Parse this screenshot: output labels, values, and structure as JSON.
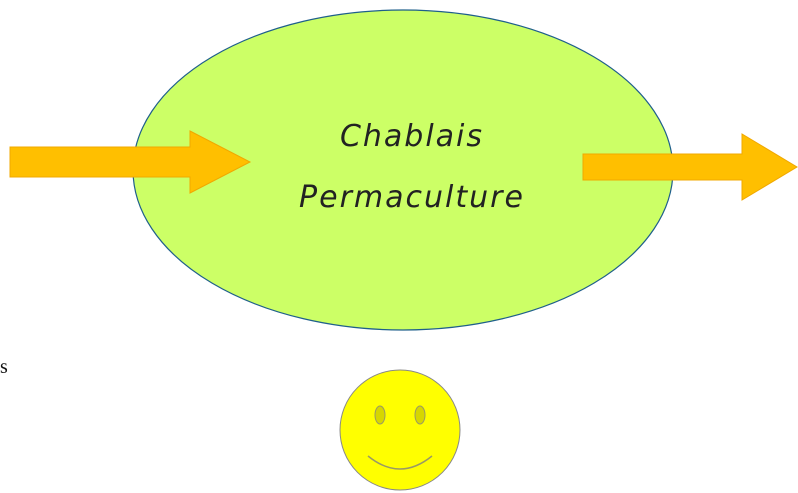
{
  "diagram": {
    "center_label_line1": "Chablais",
    "center_label_line2": "Permaculture",
    "margin_text": "s"
  },
  "colors": {
    "ellipse_fill": "#ccff66",
    "ellipse_stroke": "#1f5f8b",
    "arrow_fill": "#ffbf00",
    "arrow_stroke": "#f0a800",
    "smiley_fill": "#ffff00",
    "smiley_stroke": "#888888",
    "smiley_features": "#999966"
  },
  "shapes": {
    "input_arrow": "right-arrow",
    "output_arrow": "right-arrow",
    "face": "smiley-face"
  }
}
